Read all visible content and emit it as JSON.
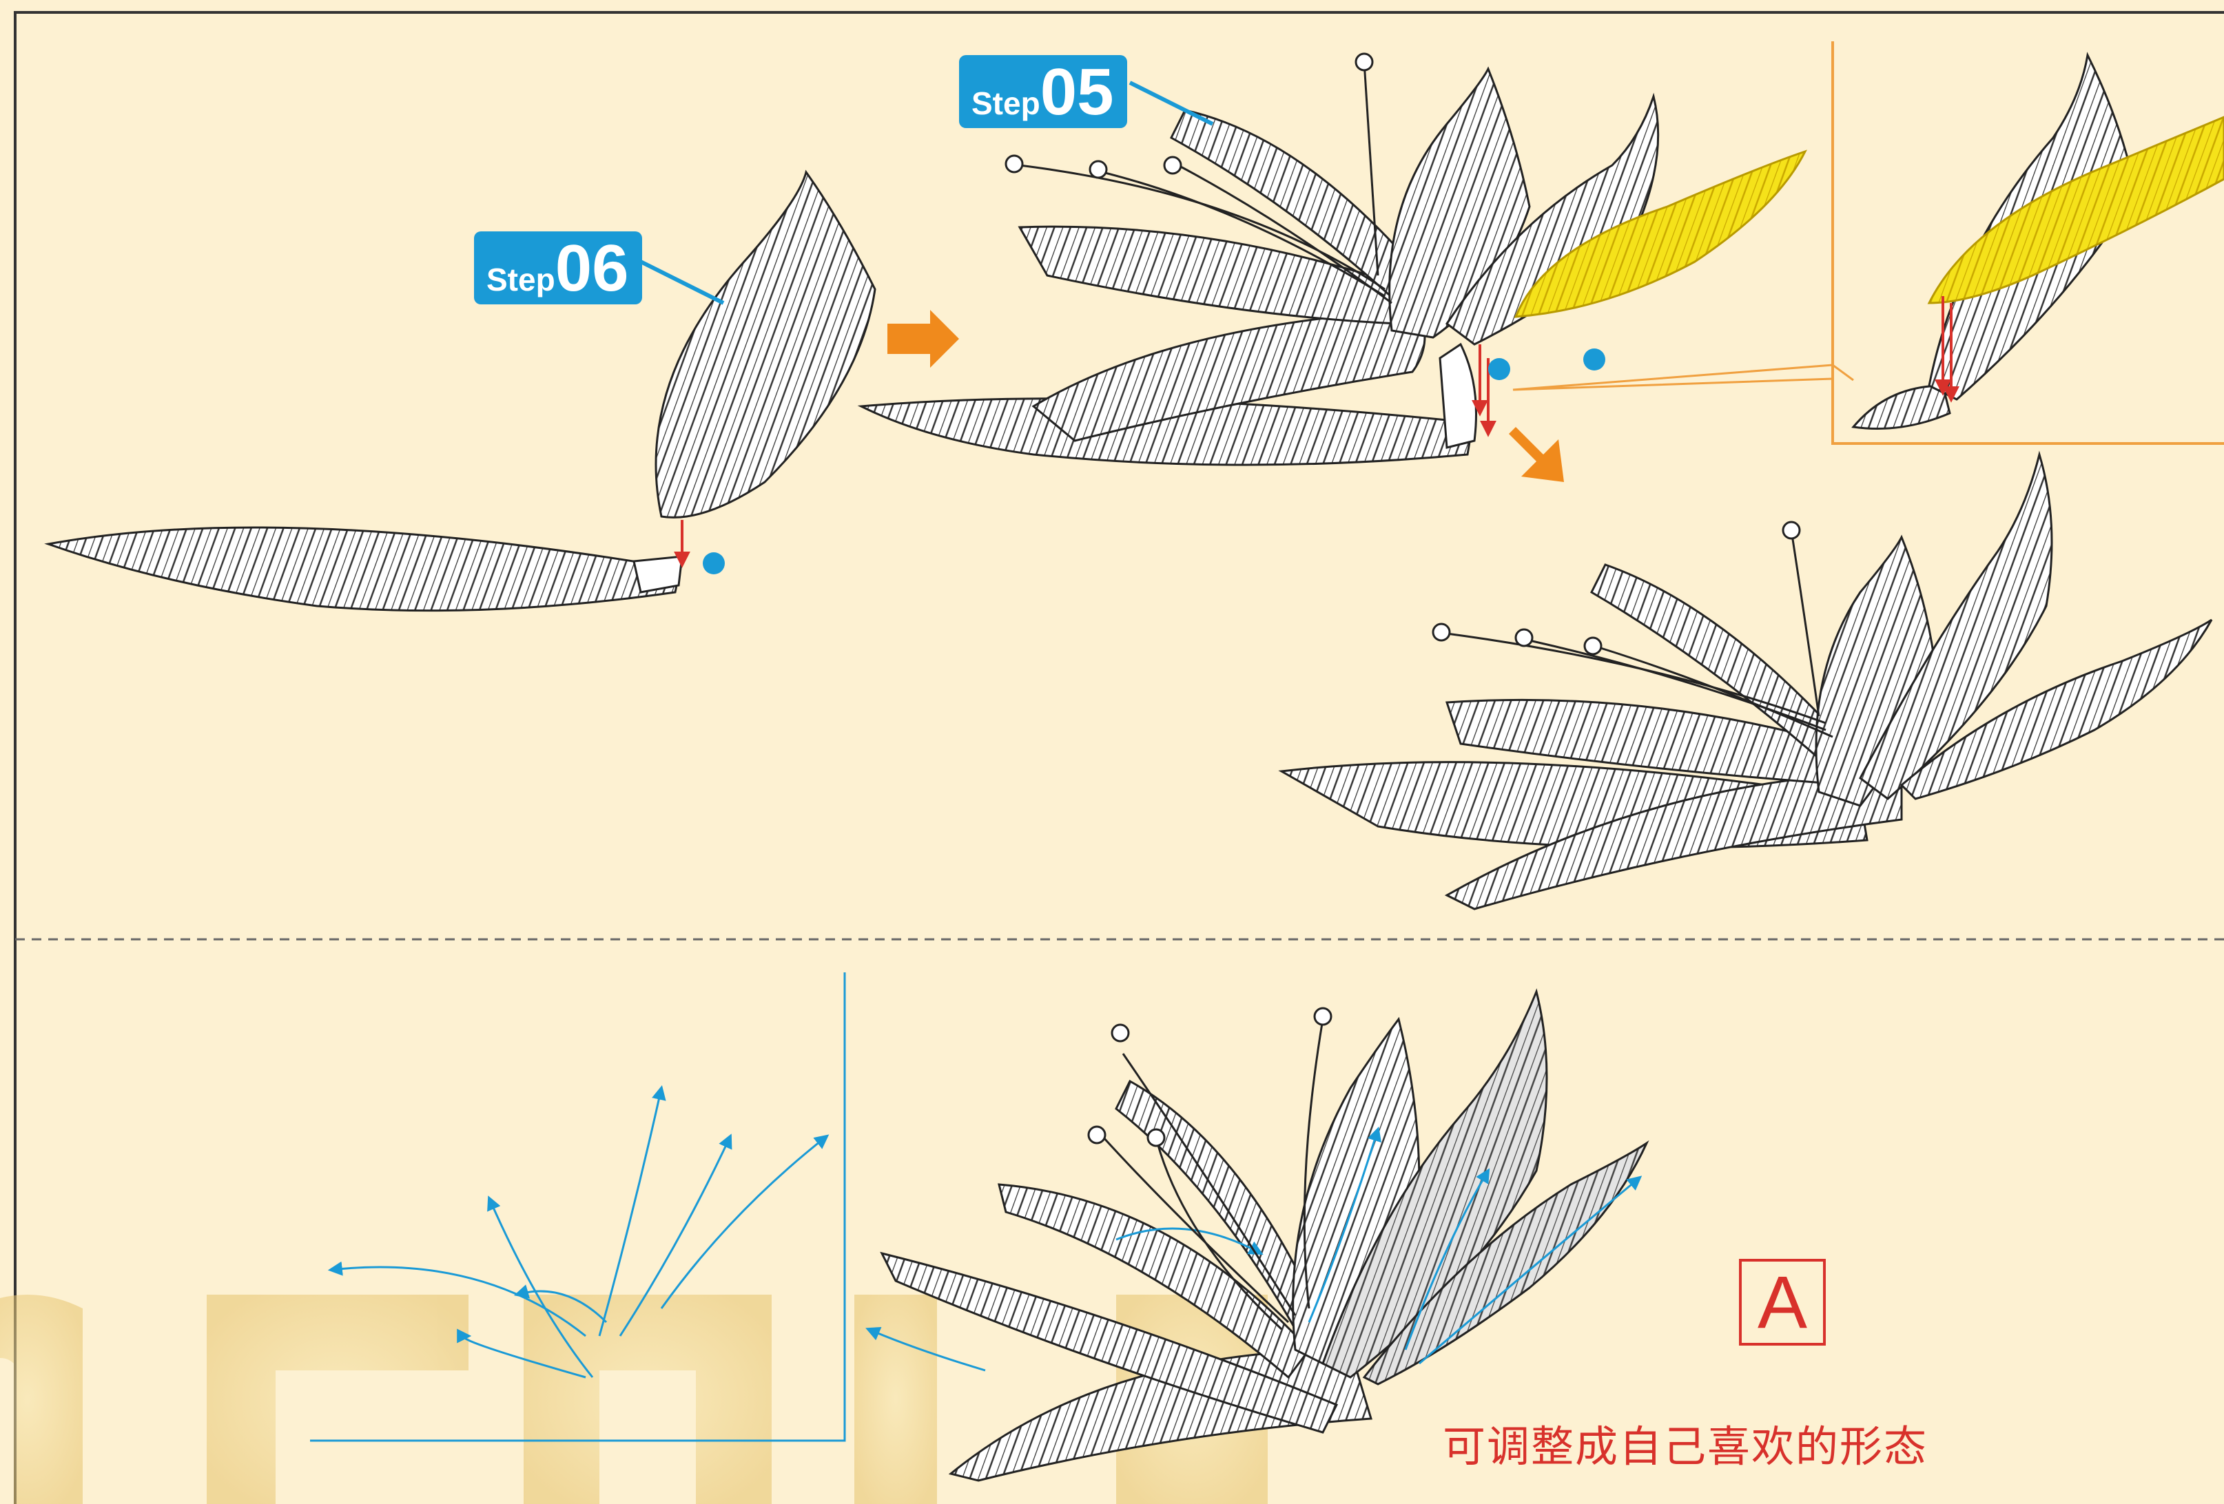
{
  "steps": [
    {
      "label": "Step",
      "number": "06"
    },
    {
      "label": "Step",
      "number": "05"
    }
  ],
  "result_label": "A",
  "caption": "可调整成自己喜欢的形态",
  "colors": {
    "background": "#fdf1d2",
    "step_badge": "#1a9ad6",
    "arrow": "#f08a1c",
    "highlight_wing": "#f5e21a",
    "guide_line": "#1a9ad6",
    "caption_text": "#d8312b",
    "inset_border": "#f0a040"
  }
}
